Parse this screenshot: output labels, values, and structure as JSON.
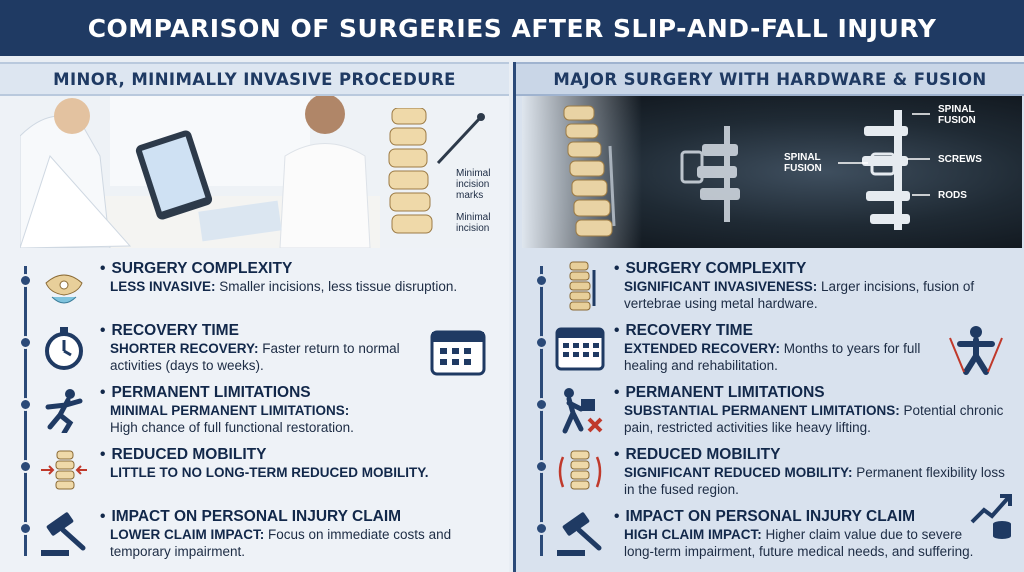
{
  "title": "COMPARISON OF SURGERIES AFTER SLIP-AND-FALL INJURY",
  "left": {
    "header": "MINOR, MINIMALLY INVASIVE PROCEDURE",
    "photo_labels": {
      "incision_marks": "Minimal incision marks",
      "incision": "Minimal incision"
    },
    "rows": [
      {
        "title": "SURGERY COMPLEXITY",
        "lead": "LESS INVASIVE:",
        "text": "Smaller incisions, less tissue disruption.",
        "icon": "vertebra-icon"
      },
      {
        "title": "RECOVERY TIME",
        "lead": "SHORTER RECOVERY:",
        "text": "Faster return to normal activities (days to weeks).",
        "icon": "stopwatch-icon"
      },
      {
        "title": "PERMANENT LIMITATIONS",
        "lead": "MINIMAL PERMANENT LIMITATIONS:",
        "text": "High chance of full functional restoration.",
        "icon": "running-figure-icon"
      },
      {
        "title": "REDUCED MOBILITY",
        "lead": "LITTLE TO NO LONG-TERM REDUCED MOBILITY.",
        "text": "",
        "icon": "spine-arrows-icon"
      },
      {
        "title": "IMPACT ON PERSONAL INJURY CLAIM",
        "lead": "LOWER CLAIM IMPACT:",
        "text": "Focus on immediate costs and temporary impairment.",
        "icon": "gavel-icon"
      }
    ]
  },
  "right": {
    "header": "MAJOR SURGERY WITH HARDWARE & FUSION",
    "xray_labels": {
      "fusion_top": "SPINAL FUSION",
      "fusion_left": "SPINAL FUSION",
      "screws": "SCREWS",
      "rods": "RODS"
    },
    "rows": [
      {
        "title": "SURGERY COMPLEXITY",
        "lead": "SIGNIFICANT INVASIVENESS:",
        "text": "Larger incisions, fusion of vertebrae using metal hardware.",
        "icon": "spine-hardware-icon"
      },
      {
        "title": "RECOVERY TIME",
        "lead": "EXTENDED RECOVERY:",
        "text": "Months to years for full healing and rehabilitation.",
        "icon": "calendar-icon"
      },
      {
        "title": "PERMANENT LIMITATIONS",
        "lead": "SUBSTANTIAL PERMANENT LIMITATIONS:",
        "text": "Potential chronic pain, restricted activities like heavy lifting.",
        "icon": "lifting-restricted-icon"
      },
      {
        "title": "REDUCED MOBILITY",
        "lead": "SIGNIFICANT REDUCED MOBILITY:",
        "text": "Permanent flexibility loss in the fused region.",
        "icon": "spine-restricted-icon"
      },
      {
        "title": "IMPACT ON PERSONAL INJURY CLAIM",
        "lead": "HIGH CLAIM IMPACT:",
        "text": "Higher claim value due to severe long-term impairment, future medical needs, and suffering.",
        "icon": "gavel-icon"
      }
    ]
  },
  "colors": {
    "navy": "#1f3a63",
    "dark_text": "#12284a",
    "accent_red": "#c0392b"
  }
}
